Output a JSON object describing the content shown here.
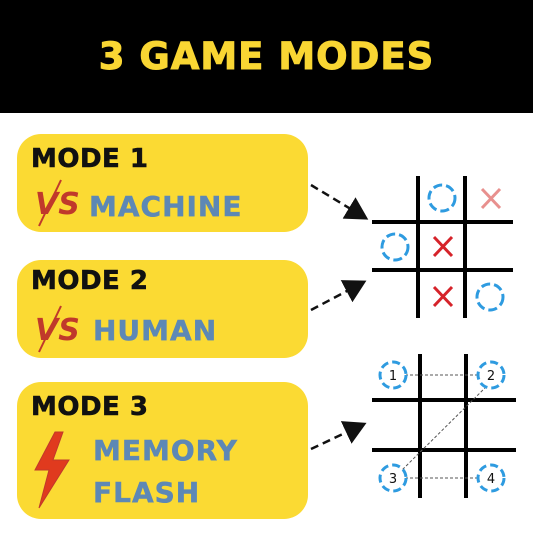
{
  "header": {
    "title": "3 GAME MODES"
  },
  "modes": [
    {
      "label": "MODE 1",
      "vs": "VS",
      "opponent": "MACHINE",
      "icon": "vs-slash-icon"
    },
    {
      "label": "MODE 2",
      "vs": "VS",
      "opponent": "HUMAN",
      "icon": "vs-slash-icon"
    },
    {
      "label": "MODE 3",
      "opponent_line1": "MEMORY",
      "opponent_line2": "FLASH",
      "icon": "lightning-bolt-icon"
    }
  ],
  "board1": {
    "cells": [
      "",
      "O",
      "X-faded",
      "O",
      "X",
      "",
      "",
      "X",
      "O"
    ]
  },
  "board2": {
    "numbers": [
      "1",
      "2",
      "3",
      "4"
    ]
  },
  "colors": {
    "banner_bg": "#000000",
    "title": "#F9D633",
    "card": "#FBDA33",
    "opponent_text": "#5D88B5",
    "vs_red": "#C0392B",
    "x_red": "#D6232A",
    "o_blue": "#2E9BE0"
  }
}
